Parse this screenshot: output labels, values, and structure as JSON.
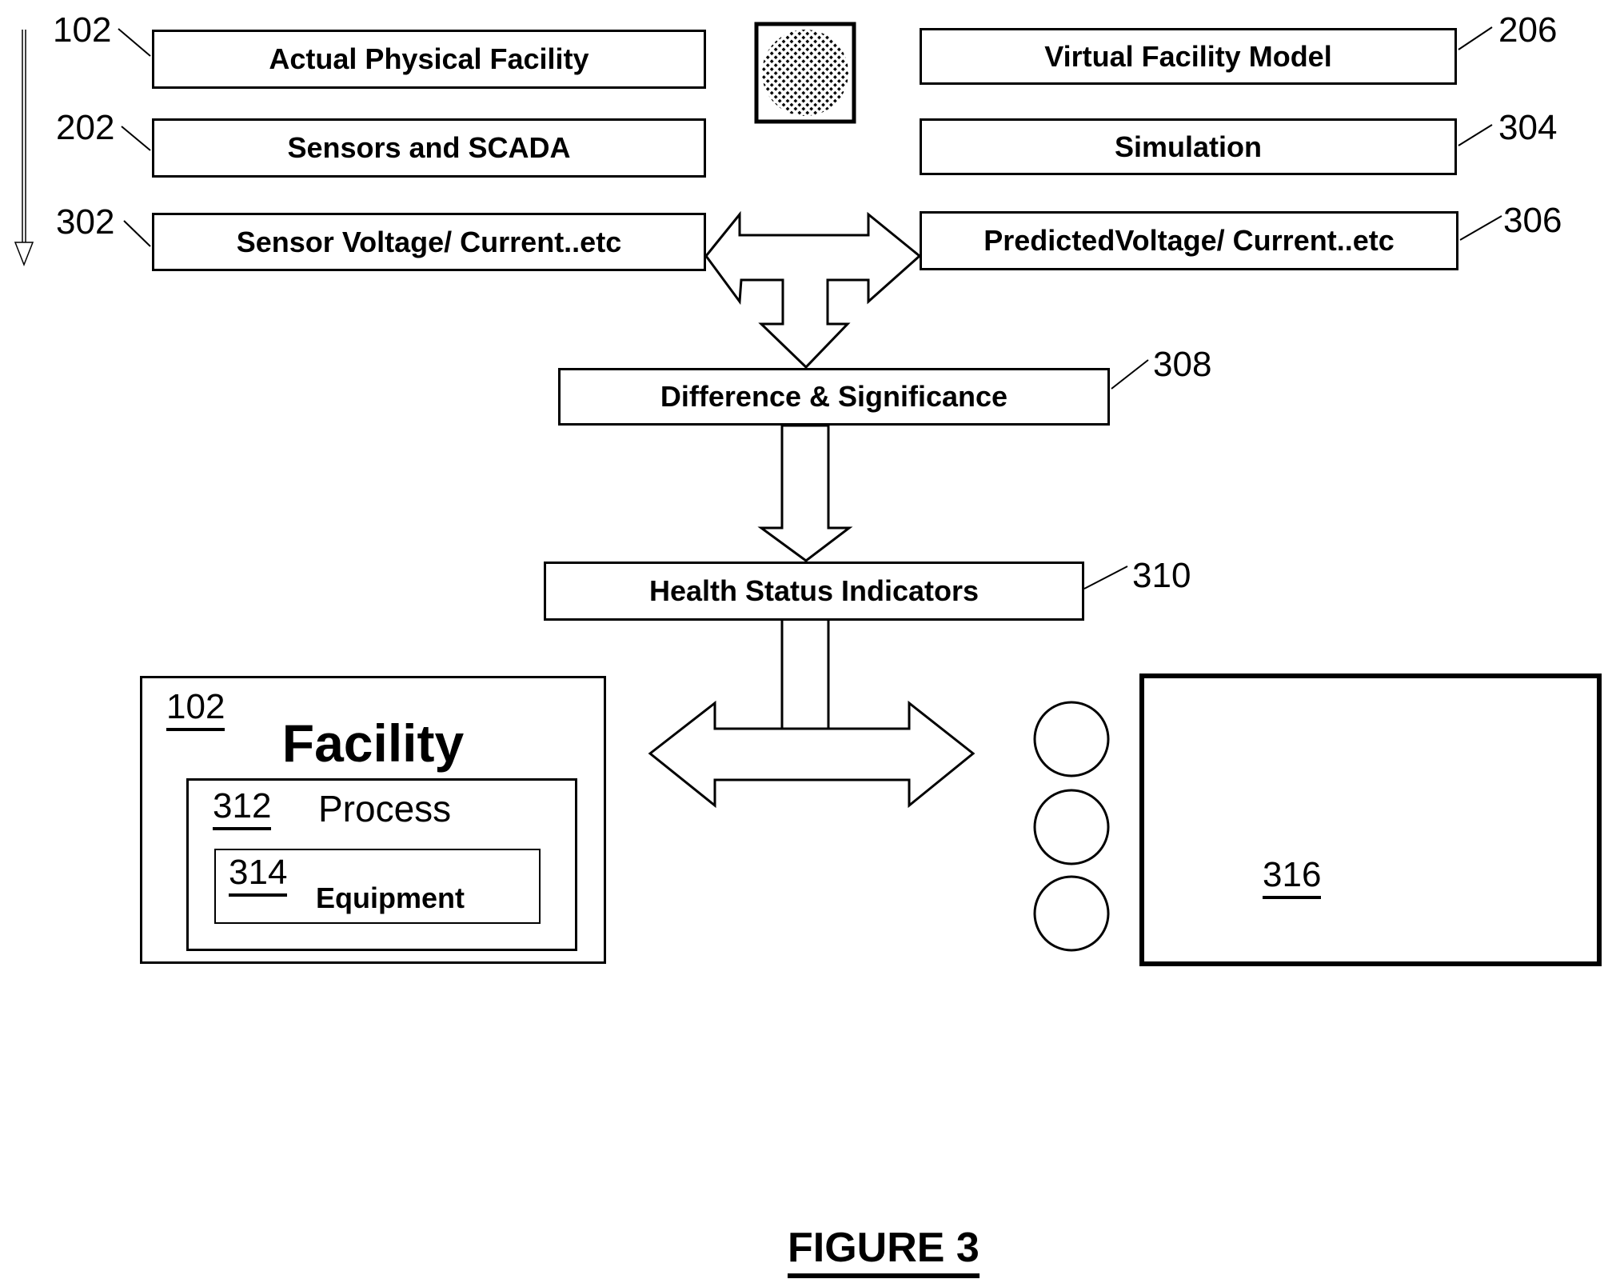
{
  "figure": {
    "caption": "FIGURE 3"
  },
  "colors": {
    "ink": "#000000",
    "background": "#ffffff"
  },
  "icons": {
    "connector": "halftone-sphere-icon",
    "compare": "three-way-arrow-icon",
    "flow_down": "down-arrow-icon",
    "exchange": "double-arrow-icon",
    "timeline": "thin-down-arrow-icon"
  },
  "top": {
    "left_rows": [
      {
        "ref": "102",
        "label": "Actual Physical Facility"
      },
      {
        "ref": "202",
        "label": "Sensors and SCADA"
      },
      {
        "ref": "302",
        "label": "Sensor Voltage/ Current..etc"
      }
    ],
    "right_rows": [
      {
        "ref": "206",
        "label": "Virtual Facility Model"
      },
      {
        "ref": "304",
        "label": "Simulation"
      },
      {
        "ref": "306",
        "label": "PredictedVoltage/ Current..etc"
      }
    ]
  },
  "middle": {
    "difference": {
      "ref": "308",
      "label": "Difference & Significance"
    },
    "health": {
      "ref": "310",
      "label": "Health Status Indicators"
    }
  },
  "bottom": {
    "facility": {
      "ref": "102",
      "title": "Facility",
      "process": {
        "ref": "312",
        "label": "Process",
        "equipment": {
          "ref": "314",
          "label": "Equipment"
        }
      }
    },
    "panel": {
      "ref": "316"
    }
  }
}
